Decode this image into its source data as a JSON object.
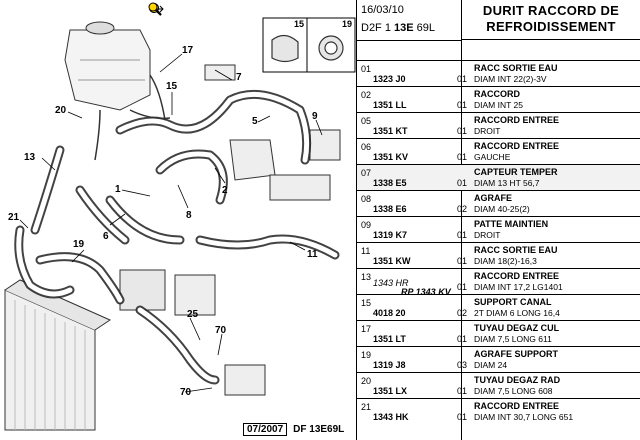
{
  "toolbar": {
    "zoom_in_icon": "zoom-in-icon",
    "zoom_out_icon": "zoom-out-icon",
    "fit_icon": "zoom-fit-icon"
  },
  "diagram": {
    "callouts": [
      "17",
      "15",
      "7",
      "20",
      "5",
      "9",
      "1",
      "2",
      "13",
      "8",
      "6",
      "21",
      "19",
      "11",
      "25",
      "70",
      "70"
    ],
    "insets": [
      "15",
      "19"
    ],
    "footer_date": "07/2007",
    "footer_ref": "DF 13E69L"
  },
  "header": {
    "date": "16/03/10",
    "ref_prefix": "D2F 1",
    "ref_bold": "13E",
    "ref_suffix": "69L",
    "title_line1": "DURIT RACCORD DE",
    "title_line2": "REFROIDISSEMENT"
  },
  "parts": [
    {
      "pos": "01",
      "code": "1323 J0",
      "qty": "01",
      "name": "RACC SORTIE EAU",
      "desc": "DIAM INT 22(2)-3V"
    },
    {
      "pos": "02",
      "code": "1351 LL",
      "qty": "01",
      "name": "RACCORD",
      "desc": "DIAM INT 25"
    },
    {
      "pos": "05",
      "code": "1351 KT",
      "qty": "01",
      "name": "RACCORD ENTREE",
      "desc": "DROIT"
    },
    {
      "pos": "06",
      "code": "1351 KV",
      "qty": "01",
      "name": "RACCORD ENTREE",
      "desc": "GAUCHE"
    },
    {
      "pos": "07",
      "code": "1338 E5",
      "qty": "01",
      "name": "CAPTEUR TEMPER",
      "desc": "DIAM 13 HT 56,7"
    },
    {
      "pos": "08",
      "code": "1338 E6",
      "qty": "02",
      "name": "AGRAFE",
      "desc": "DIAM 40-25(2)"
    },
    {
      "pos": "09",
      "code": "1319 K7",
      "qty": "01",
      "name": "PATTE MAINTIEN",
      "desc": "DROIT"
    },
    {
      "pos": "11",
      "code": "1351 KW",
      "qty": "01",
      "name": "RACC SORTIE EAU",
      "desc": "DIAM 18(2)-16,3"
    },
    {
      "pos": "13",
      "code": "1343 HR",
      "code2": "RP 1343 KV",
      "qty": "01",
      "name": "RACCORD ENTREE",
      "desc": "DIAM INT 17,2 LG1401"
    },
    {
      "pos": "15",
      "code": "4018 20",
      "qty": "02",
      "name": "SUPPORT CANAL",
      "desc": "2T DIAM 6 LONG 16,4"
    },
    {
      "pos": "17",
      "code": "1351 LT",
      "qty": "01",
      "name": "TUYAU DEGAZ CUL",
      "desc": "DIAM 7,5 LONG 611"
    },
    {
      "pos": "19",
      "code": "1319 J8",
      "qty": "03",
      "name": "AGRAFE SUPPORT",
      "desc": "DIAM 24"
    },
    {
      "pos": "20",
      "code": "1351 LX",
      "qty": "01",
      "name": "TUYAU DEGAZ RAD",
      "desc": "DIAM 7,5 LONG 608"
    },
    {
      "pos": "21",
      "code": "1343 HK",
      "qty": "01",
      "name": "RACCORD ENTREE",
      "desc": "DIAM INT 30,7 LONG 651"
    }
  ]
}
